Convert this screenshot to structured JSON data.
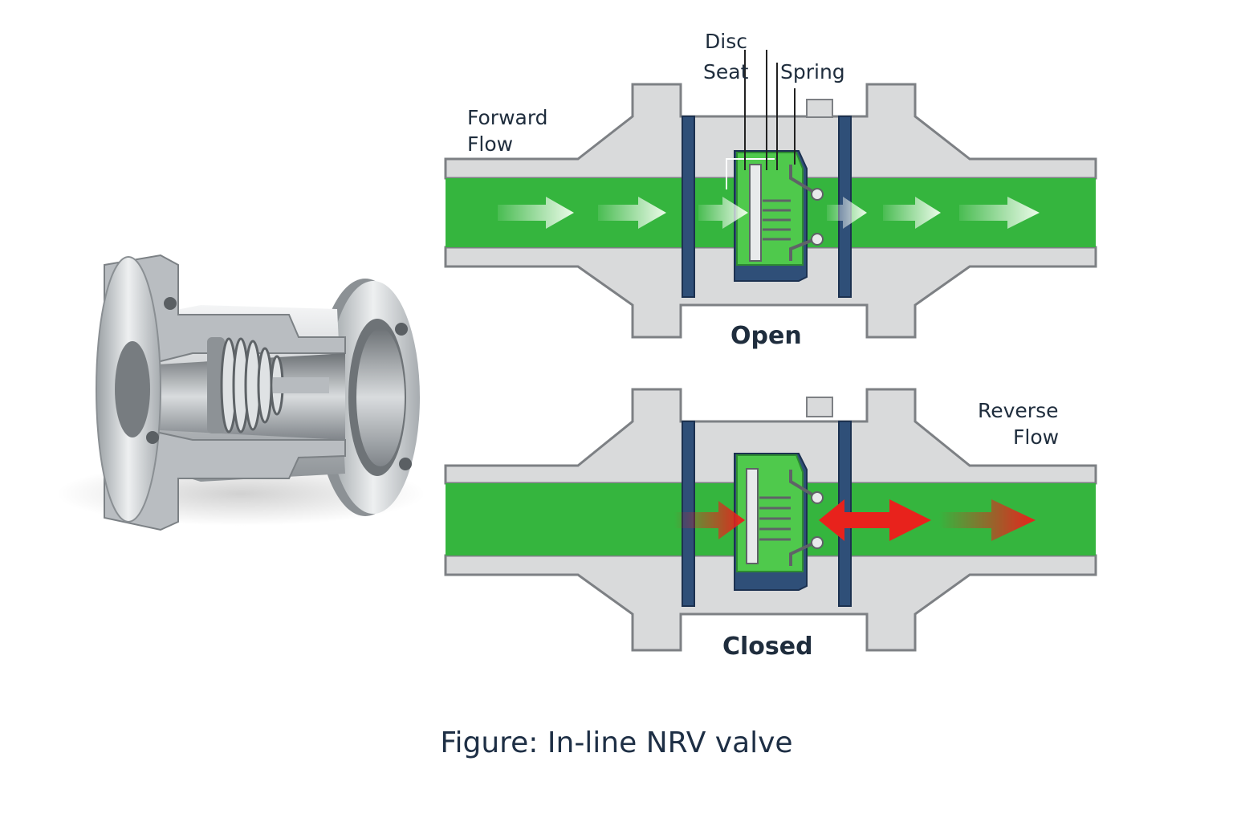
{
  "labels": {
    "disc": "Disc",
    "seat": "Seat",
    "spring": "Spring",
    "forward_flow_line1": "Forward",
    "forward_flow_line2": "Flow",
    "reverse_flow_line1": "Reverse",
    "reverse_flow_line2": "Flow",
    "open": "Open",
    "closed": "Closed"
  },
  "caption": "Figure: In-line NRV valve",
  "colors": {
    "flow_green": "#35b53e",
    "part_green": "#4fc94c",
    "body_gray": "#d9dadb",
    "outline_gray": "#7d8084",
    "gasket_blue": "#2f4f78",
    "forward_arrow": "#eafbe6",
    "reverse_arrow": "#e8221c",
    "text": "#1f2d3d"
  },
  "icons": {
    "photo": "valve-cutaway-illustration",
    "forward_arrows": "arrow-right-icon",
    "reverse_arrows": "arrow-icon"
  }
}
